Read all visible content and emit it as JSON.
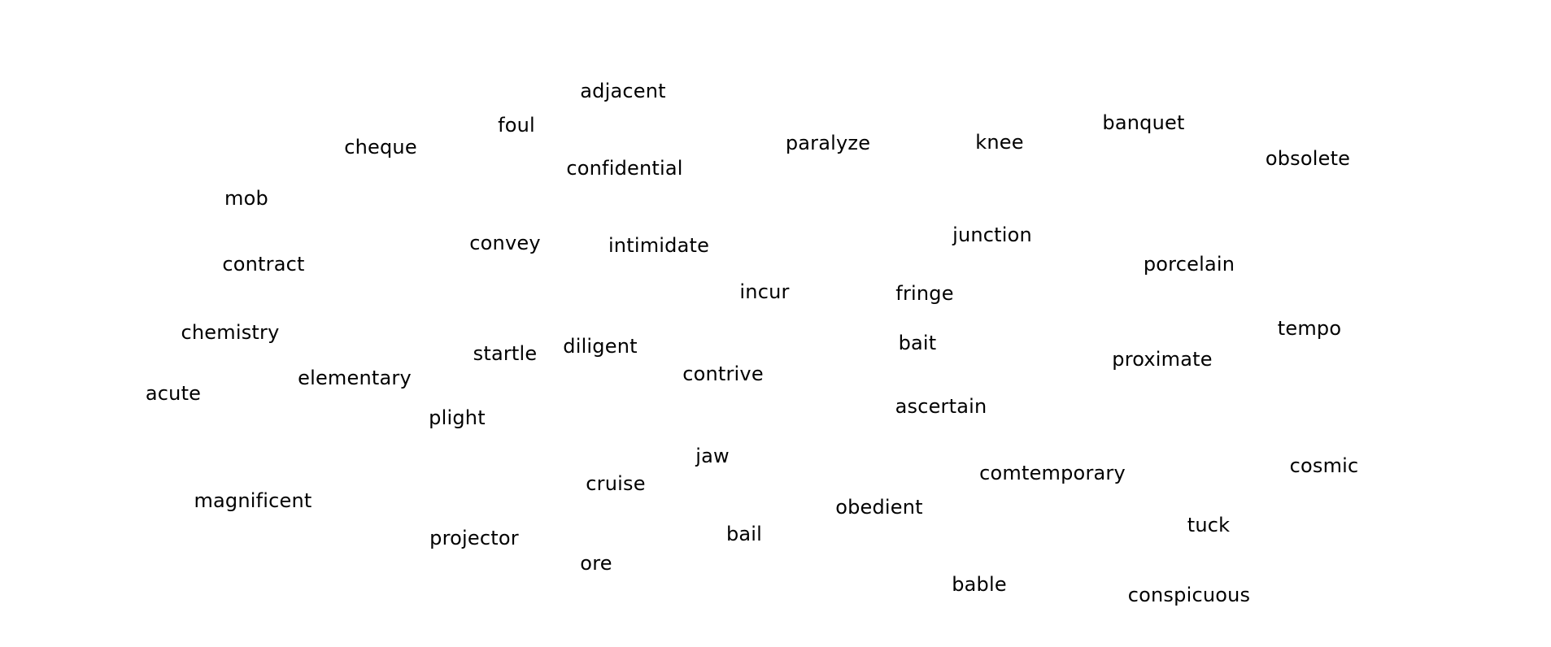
{
  "words": {
    "adjacent": "adjacent",
    "foul": "foul",
    "cheque": "cheque",
    "confidential": "confidential",
    "paralyze": "paralyze",
    "knee": "knee",
    "banquet": "banquet",
    "obsolete": "obsolete",
    "mob": "mob",
    "convey": "convey",
    "intimidate": "intimidate",
    "junction": "junction",
    "contract": "contract",
    "porcelain": "porcelain",
    "incur": "incur",
    "fringe": "fringe",
    "chemistry": "chemistry",
    "tempo": "tempo",
    "startle": "startle",
    "diligent": "diligent",
    "bait": "bait",
    "proximate": "proximate",
    "elementary": "elementary",
    "contrive": "contrive",
    "acute": "acute",
    "ascertain": "ascertain",
    "plight": "plight",
    "jaw": "jaw",
    "comtemporary": "comtemporary",
    "cosmic": "cosmic",
    "cruise": "cruise",
    "magnificent": "magnificent",
    "obedient": "obedient",
    "tuck": "tuck",
    "bail": "bail",
    "projector": "projector",
    "ore": "ore",
    "bable": "bable",
    "conspicuous": "conspicuous"
  }
}
